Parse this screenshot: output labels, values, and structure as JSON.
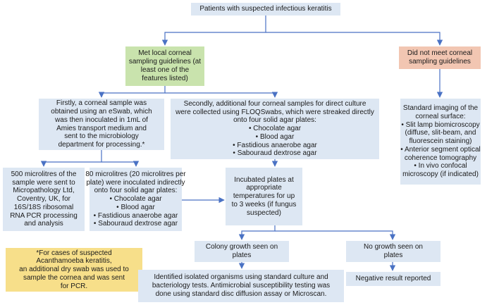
{
  "nodes": [
    {
      "id": "root",
      "color": "blue",
      "lines": [
        "Patients with suspected infectious keratitis"
      ]
    },
    {
      "id": "met",
      "color": "green",
      "lines": [
        "Met local corneal",
        "sampling guidelines (at",
        "least one of the",
        "features listed)"
      ]
    },
    {
      "id": "notmet",
      "color": "red",
      "lines": [
        "Did not meet corneal",
        "sampling guidelines"
      ]
    },
    {
      "id": "first",
      "color": "blue",
      "lines": [
        "Firstly, a corneal sample was",
        "obtained using an eSwab, which",
        "was then inoculated in 1mL of",
        "Amies transport medium and",
        "sent to the microbiology",
        "department for processing.*"
      ]
    },
    {
      "id": "second",
      "color": "blue",
      "lines": [
        "Secondly, additional four corneal samples for direct culture",
        "were collected using FLOQSwabs, which were streaked directly",
        "onto four solid agar plates:",
        "•   Chocolate agar",
        "•   Blood agar",
        "•   Fastidious anaerobe agar",
        "•   Sabouraud dextrose agar"
      ]
    },
    {
      "id": "imaging",
      "color": "blue",
      "lines": [
        "Standard imaging of the",
        "corneal surface:",
        "•   Slit lamp biomicroscopy",
        "(diffuse, slit-beam, and",
        "fluorescein staining)",
        "•   Anterior segment optical",
        "coherence tomography",
        "•   In vivo confocal",
        "microscopy (if indicated)"
      ]
    },
    {
      "id": "pcr",
      "color": "blue",
      "lines": [
        "500 microlitres of the",
        "sample were sent to",
        "Micropathology Ltd,",
        "Coventry, UK, for",
        "16S/18S ribosomal",
        "RNA PCR processing",
        "and analysis"
      ]
    },
    {
      "id": "indirect",
      "color": "blue",
      "lines": [
        "80 microlitres (20 microlitres per",
        "plate) were inoculated indirectly",
        "onto four solid agar plates:",
        "•   Chocolate agar",
        "•   Blood agar",
        "•   Fastidious anaerobe agar",
        "•   Sabouraud dextrose agar"
      ]
    },
    {
      "id": "incubated",
      "color": "blue",
      "lines": [
        "Incubated plates at",
        "appropriate",
        "temperatures for up",
        "to 3 weeks (if fungus",
        "suspected)"
      ]
    },
    {
      "id": "note",
      "color": "yellow",
      "lines": [
        "*For cases of suspected",
        "Acanthamoeba keratitis,",
        "an additional dry swab was used to",
        "sample the cornea and was sent",
        "for PCR."
      ]
    },
    {
      "id": "growth",
      "color": "blue",
      "lines": [
        "Colony growth seen on",
        "plates"
      ]
    },
    {
      "id": "nogrowth",
      "color": "blue",
      "lines": [
        "No growth seen on",
        "plates"
      ]
    },
    {
      "id": "identified",
      "color": "blue",
      "lines": [
        "Identified isolated organisms using standard culture and",
        "bacteriology tests. Antimicrobial susceptibility testing was",
        "done using standard disc diffusion assay or Microscan."
      ]
    },
    {
      "id": "negative",
      "color": "blue",
      "lines": [
        "Negative result reported"
      ]
    }
  ],
  "colors": {
    "blue": "#dde7f3",
    "green": "#c9e3ad",
    "red": "#f2c6b2",
    "yellow": "#f7df8a",
    "connector": "#4a72c4"
  }
}
